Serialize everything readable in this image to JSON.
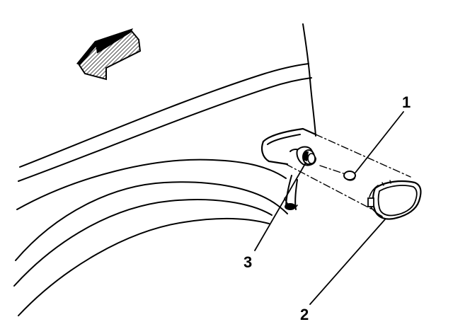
{
  "diagram": {
    "callouts": [
      {
        "id": "1",
        "label": "1"
      },
      {
        "id": "2",
        "label": "2"
      },
      {
        "id": "3",
        "label": "3"
      }
    ],
    "line_color": "#000000",
    "background_color": "#ffffff",
    "icons": [
      "forward-direction-arrow-icon"
    ]
  }
}
